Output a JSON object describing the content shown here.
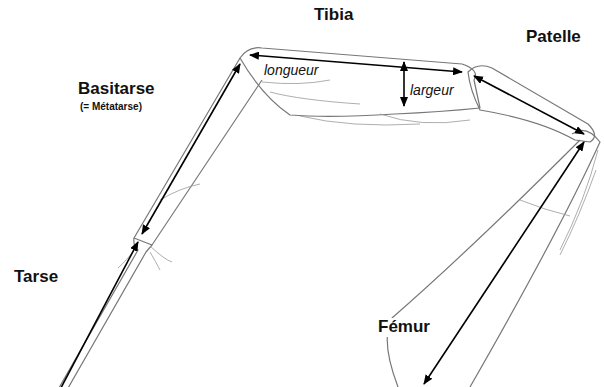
{
  "diagram": {
    "labels": [
      "Tibia",
      "longueur",
      "largeur",
      "Patelle",
      "Basitarse",
      "(= Métatarse)",
      "Tarse",
      "Fémur"
    ]
  }
}
